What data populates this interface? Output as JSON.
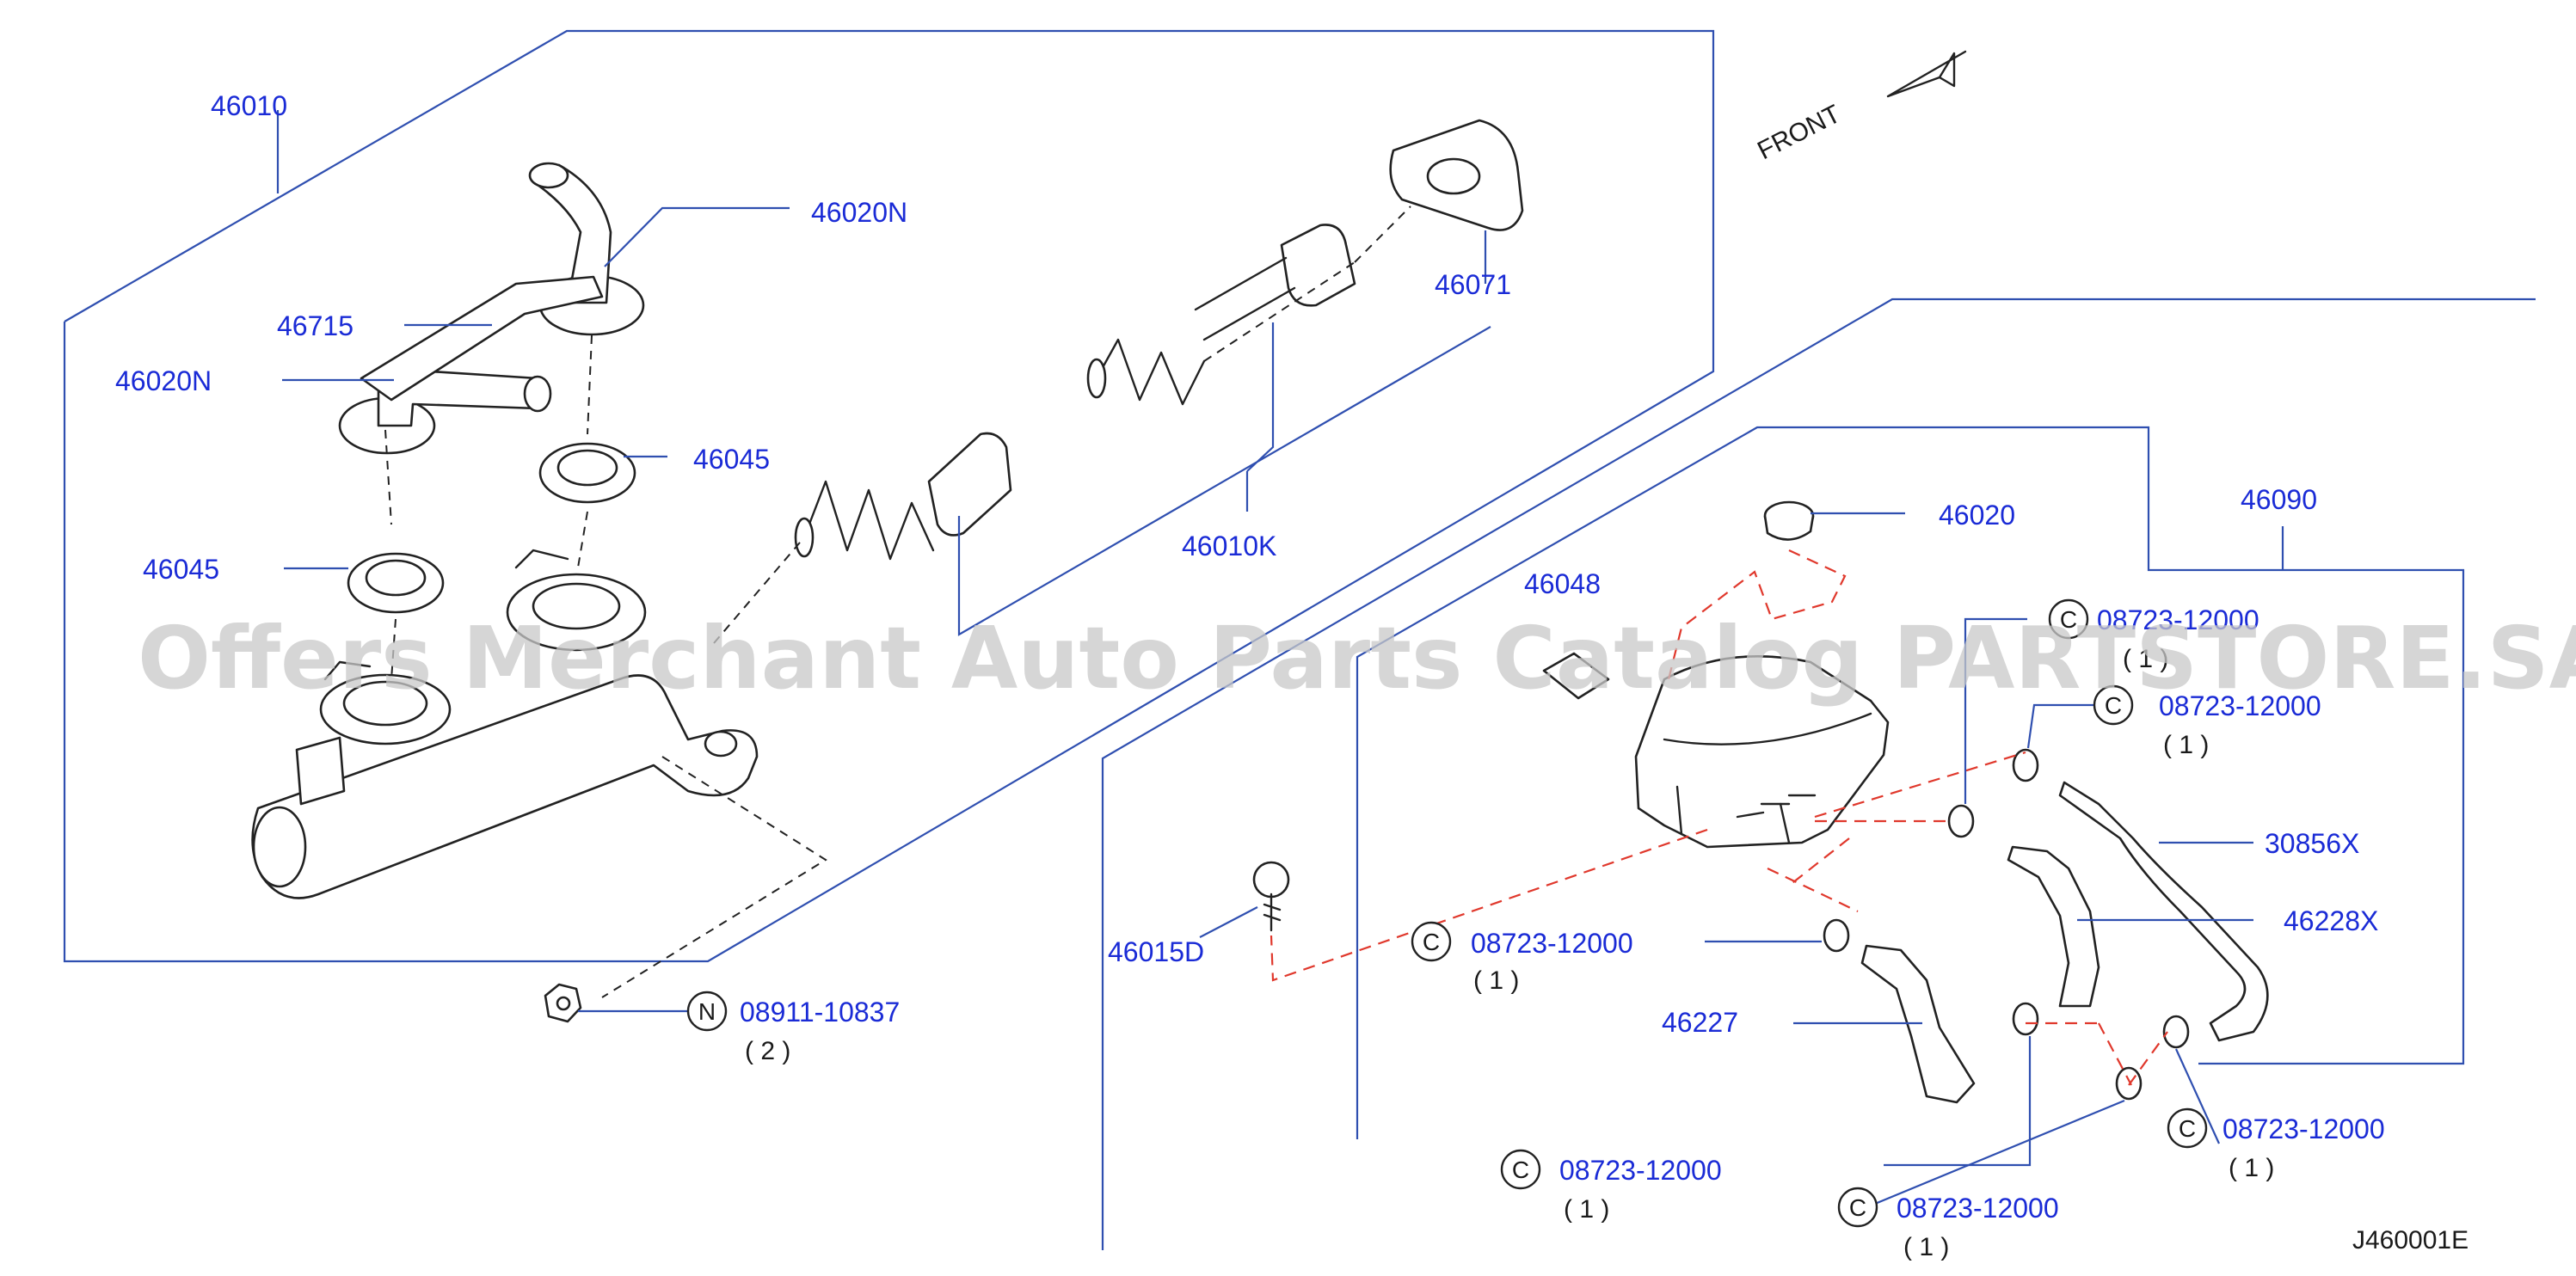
{
  "watermark": "Offers Merchant Auto Parts Catalog PARTSTORE.SA",
  "front_label": "FRONT",
  "diagram_code": "J460001E",
  "labels": {
    "p46010": "46010",
    "p46020N_top": "46020N",
    "p46715": "46715",
    "p46020N_left": "46020N",
    "p46045_right": "46045",
    "p46045_left": "46045",
    "p46071": "46071",
    "p46010K": "46010K",
    "p08911": "08911-10837",
    "p08911_qty": "( 2 )",
    "p46020": "46020",
    "p46048": "46048",
    "p46090": "46090",
    "c1": "08723-12000",
    "c1_qty": "( 1 )",
    "c2": "08723-12000",
    "c2_qty": "( 1 )",
    "p30856X": "30856X",
    "p46228X": "46228X",
    "p46015D": "46015D",
    "c3": "08723-12000",
    "c3_qty": "( 1 )",
    "p46227": "46227",
    "c4": "08723-12000",
    "c4_qty": "( 1 )",
    "c5": "08723-12000",
    "c5_qty": "( 1 )",
    "c6": "08723-12000",
    "c6_qty": "( 1 )"
  },
  "markers": {
    "c": "C",
    "n": "N"
  }
}
